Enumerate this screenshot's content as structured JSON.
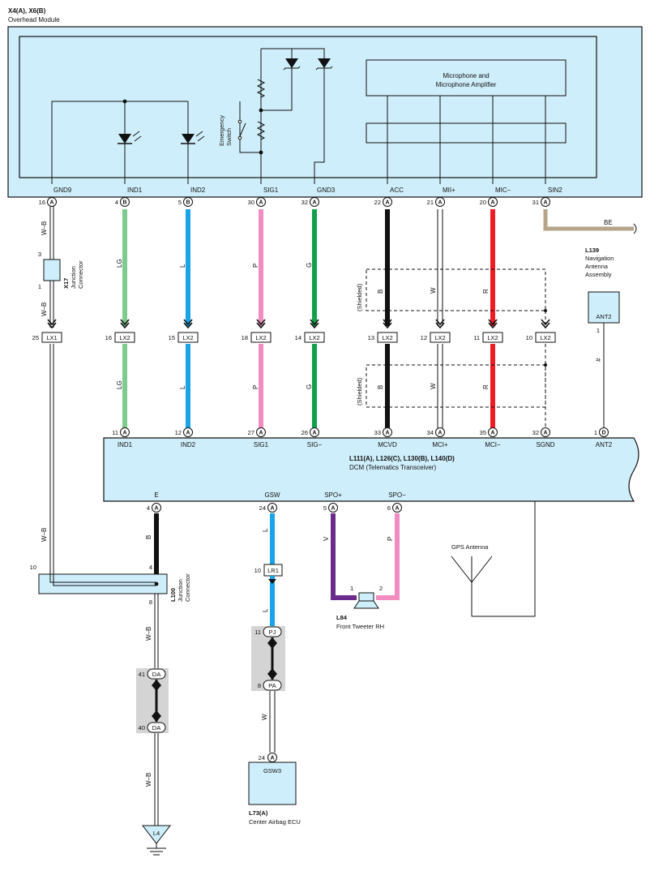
{
  "overhead": {
    "title": "X4(A), X6(B)",
    "subtitle": "Overhead Module",
    "mic_line1": "Microphone and",
    "mic_line2": "Microphone Amplifier",
    "switch_line1": "Emergency",
    "switch_line2": "Switch",
    "terminals": [
      "GND9",
      "IND1",
      "IND2",
      "SIG1",
      "GND3",
      "ACC",
      "MII+",
      "MIC−",
      "SIN2"
    ],
    "pins": [
      "16",
      "4",
      "5",
      "30",
      "32",
      "22",
      "21",
      "20",
      "31"
    ],
    "pin_letters": [
      "A",
      "B",
      "B",
      "A",
      "A",
      "A",
      "A",
      "A",
      "A"
    ]
  },
  "wires": {
    "top": [
      "W–B",
      "LG",
      "L",
      "P",
      "G",
      "B",
      "W",
      "R"
    ],
    "bottom": [
      "LG",
      "L",
      "P",
      "G",
      "B",
      "W",
      "R"
    ],
    "be": "BE",
    "w_b_lower": "W–B",
    "shielded": "(Shielded)",
    "hash": "#"
  },
  "x17": {
    "id": "X17",
    "line1": "Junction",
    "line2": "Connector",
    "pin_top": "3",
    "pin_bottom": "1"
  },
  "connectors": {
    "lx1": "LX1",
    "lx2": "LX2",
    "lx1_pin": "25",
    "lx2_pins": [
      "16",
      "15",
      "18",
      "14",
      "13",
      "12",
      "11",
      "10"
    ]
  },
  "l139": {
    "id": "L139",
    "line1": "Navigation",
    "line2": "Antenna",
    "line3": "Assembly",
    "terminal": "ANT2",
    "pin": "1"
  },
  "dcm": {
    "title": "L111(A), L126(C), L130(B), L140(D)",
    "subtitle": "DCM (Telematics Transceiver)",
    "top_terminals": [
      "IND1",
      "IND2",
      "SIG1",
      "SIG−",
      "MCVD",
      "MCI+",
      "MCI−",
      "SGND",
      "ANT2"
    ],
    "top_pins": [
      "11",
      "12",
      "27",
      "26",
      "33",
      "34",
      "35",
      "32",
      "1"
    ],
    "top_letters": [
      "A",
      "A",
      "A",
      "A",
      "A",
      "A",
      "A",
      "A",
      "D"
    ],
    "bottom_terminals": [
      "E",
      "GSW",
      "SPO+",
      "SPO−"
    ],
    "bottom_pins": [
      "4",
      "24",
      "5",
      "6"
    ],
    "bottom_letters": [
      "A",
      "A",
      "A",
      "A"
    ]
  },
  "l100": {
    "id": "L100",
    "line1": "Junction",
    "line2": "Connector",
    "pin_left": "10",
    "pin_right": "4",
    "pin_bottom": "8"
  },
  "lower_wires": {
    "b": "B",
    "w_b_1": "W–B",
    "w_b_2": "W–B",
    "w_b_3": "W–B",
    "l1": "L",
    "l2": "L",
    "w": "W",
    "v": "V",
    "p": "P"
  },
  "gps": {
    "label": "GPS Antenna"
  },
  "lr1": {
    "label": "LR1",
    "pin": "10"
  },
  "pj": {
    "label": "PJ",
    "pin": "11"
  },
  "pa": {
    "label": "PA",
    "pin": "8"
  },
  "da_top": {
    "label": "DA",
    "pin": "41"
  },
  "da_bot": {
    "label": "DA",
    "pin": "40"
  },
  "l84": {
    "id": "L84",
    "name": "Front Tweeter RH",
    "pin1": "1",
    "pin2": "2"
  },
  "l73": {
    "id": "L73(A)",
    "name": "Center Airbag ECU",
    "terminal": "GSW3",
    "pin": "24",
    "letter": "A"
  },
  "ground": {
    "label": "L4"
  },
  "colors": {
    "LG": "#7ecb8f",
    "L": "#1aa3e8",
    "P": "#f08cc0",
    "G": "#12a04a",
    "B": "#111111",
    "W": "#ffffff",
    "R": "#ee1c25",
    "BE": "#b6a58a",
    "V": "#6a2b8c",
    "box": "#cfeefb"
  }
}
